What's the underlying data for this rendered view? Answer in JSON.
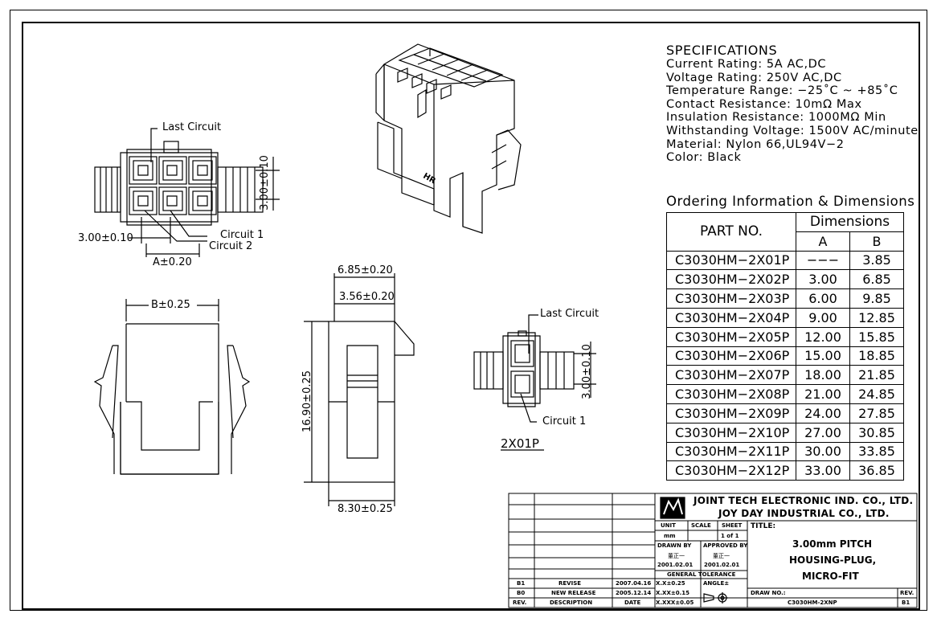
{
  "specifications": {
    "heading": "SPECIFICATIONS",
    "lines": [
      "Current Rating: 5A AC,DC",
      "Voltage Rating: 250V AC,DC",
      "Temperature Range: −25˚C ~ +85˚C",
      "Contact Resistance: 10mΩ Max",
      "Insulation Resistance: 1000MΩ Min",
      "Withstanding Voltage: 1500V AC/minute",
      "Material: Nylon 66,UL94V−2",
      "Color: Black"
    ]
  },
  "ordering": {
    "heading": "Ordering Information & Dimensions",
    "col_part": "PART NO.",
    "col_dims": "Dimensions",
    "col_a": "A",
    "col_b": "B",
    "rows": [
      {
        "part": "C3030HM−2X01P",
        "a": "−−−",
        "b": "3.85"
      },
      {
        "part": "C3030HM−2X02P",
        "a": "3.00",
        "b": "6.85"
      },
      {
        "part": "C3030HM−2X03P",
        "a": "6.00",
        "b": "9.85"
      },
      {
        "part": "C3030HM−2X04P",
        "a": "9.00",
        "b": "12.85"
      },
      {
        "part": "C3030HM−2X05P",
        "a": "12.00",
        "b": "15.85"
      },
      {
        "part": "C3030HM−2X06P",
        "a": "15.00",
        "b": "18.85"
      },
      {
        "part": "C3030HM−2X07P",
        "a": "18.00",
        "b": "21.85"
      },
      {
        "part": "C3030HM−2X08P",
        "a": "21.00",
        "b": "24.85"
      },
      {
        "part": "C3030HM−2X09P",
        "a": "24.00",
        "b": "27.85"
      },
      {
        "part": "C3030HM−2X10P",
        "a": "27.00",
        "b": "30.85"
      },
      {
        "part": "C3030HM−2X11P",
        "a": "30.00",
        "b": "33.85"
      },
      {
        "part": "C3030HM−2X12P",
        "a": "33.00",
        "b": "36.85"
      }
    ]
  },
  "drawing_labels": {
    "last_circuit": "Last Circuit",
    "circuit_1": "Circuit 1",
    "circuit_2": "Circuit 2",
    "pitch_h": "3.00±0.10",
    "pitch_v": "3.00±0.10",
    "dim_a": "A±0.20",
    "dim_b": "B±0.25",
    "dim_685": "6.85±0.20",
    "dim_356": "3.56±0.20",
    "dim_1690": "16.90±0.25",
    "dim_830": "8.30±0.25",
    "small_last_circuit": "Last Circuit",
    "small_circuit_1": "Circuit 1",
    "small_pitch_v": "3.00±0.10",
    "small_caption": "2X01P",
    "iso_mark": "HR"
  },
  "title_block": {
    "company_1": "JOINT TECH ELECTRONIC IND. CO., LTD.",
    "company_2": "JOY DAY INDUSTRIAL CO., LTD.",
    "unit_label": "UNIT",
    "unit_value": "mm",
    "scale_label": "SCALE",
    "sheet_label": "SHEET",
    "sheet_value": "1 of 1",
    "title_label": "TITLE:",
    "title_lines": [
      "3.00mm PITCH",
      "HOUSING-PLUG,",
      "MICRO-FIT"
    ],
    "drawn_by_label": "DRAWN BY",
    "approved_by_label": "APPROVED BY",
    "drawn_by_name": "董正一",
    "approved_by_name": "董正一",
    "drawn_date": "2001.02.01",
    "approved_date": "2001.02.01",
    "tolerance_label": "GENERAL TOLERANCE",
    "tol_1": "X.X±0.25",
    "tol_2": "X.XX±0.15",
    "tol_3": "X.XXX±0.05",
    "angle_label": "ANGLE±",
    "draw_no_label": "DRAW NO.:",
    "draw_no": "C3030HM-2XNP",
    "rev_label": "REV.",
    "rev_value": "B1",
    "revisions": [
      {
        "rev": "B1",
        "desc": "REVISE",
        "date": "2007.04.16"
      },
      {
        "rev": "B0",
        "desc": "NEW RELEASE",
        "date": "2005.12.14"
      }
    ],
    "hdr_rev": "REV.",
    "hdr_desc": "DESCRIPTION",
    "hdr_date": "DATE"
  }
}
